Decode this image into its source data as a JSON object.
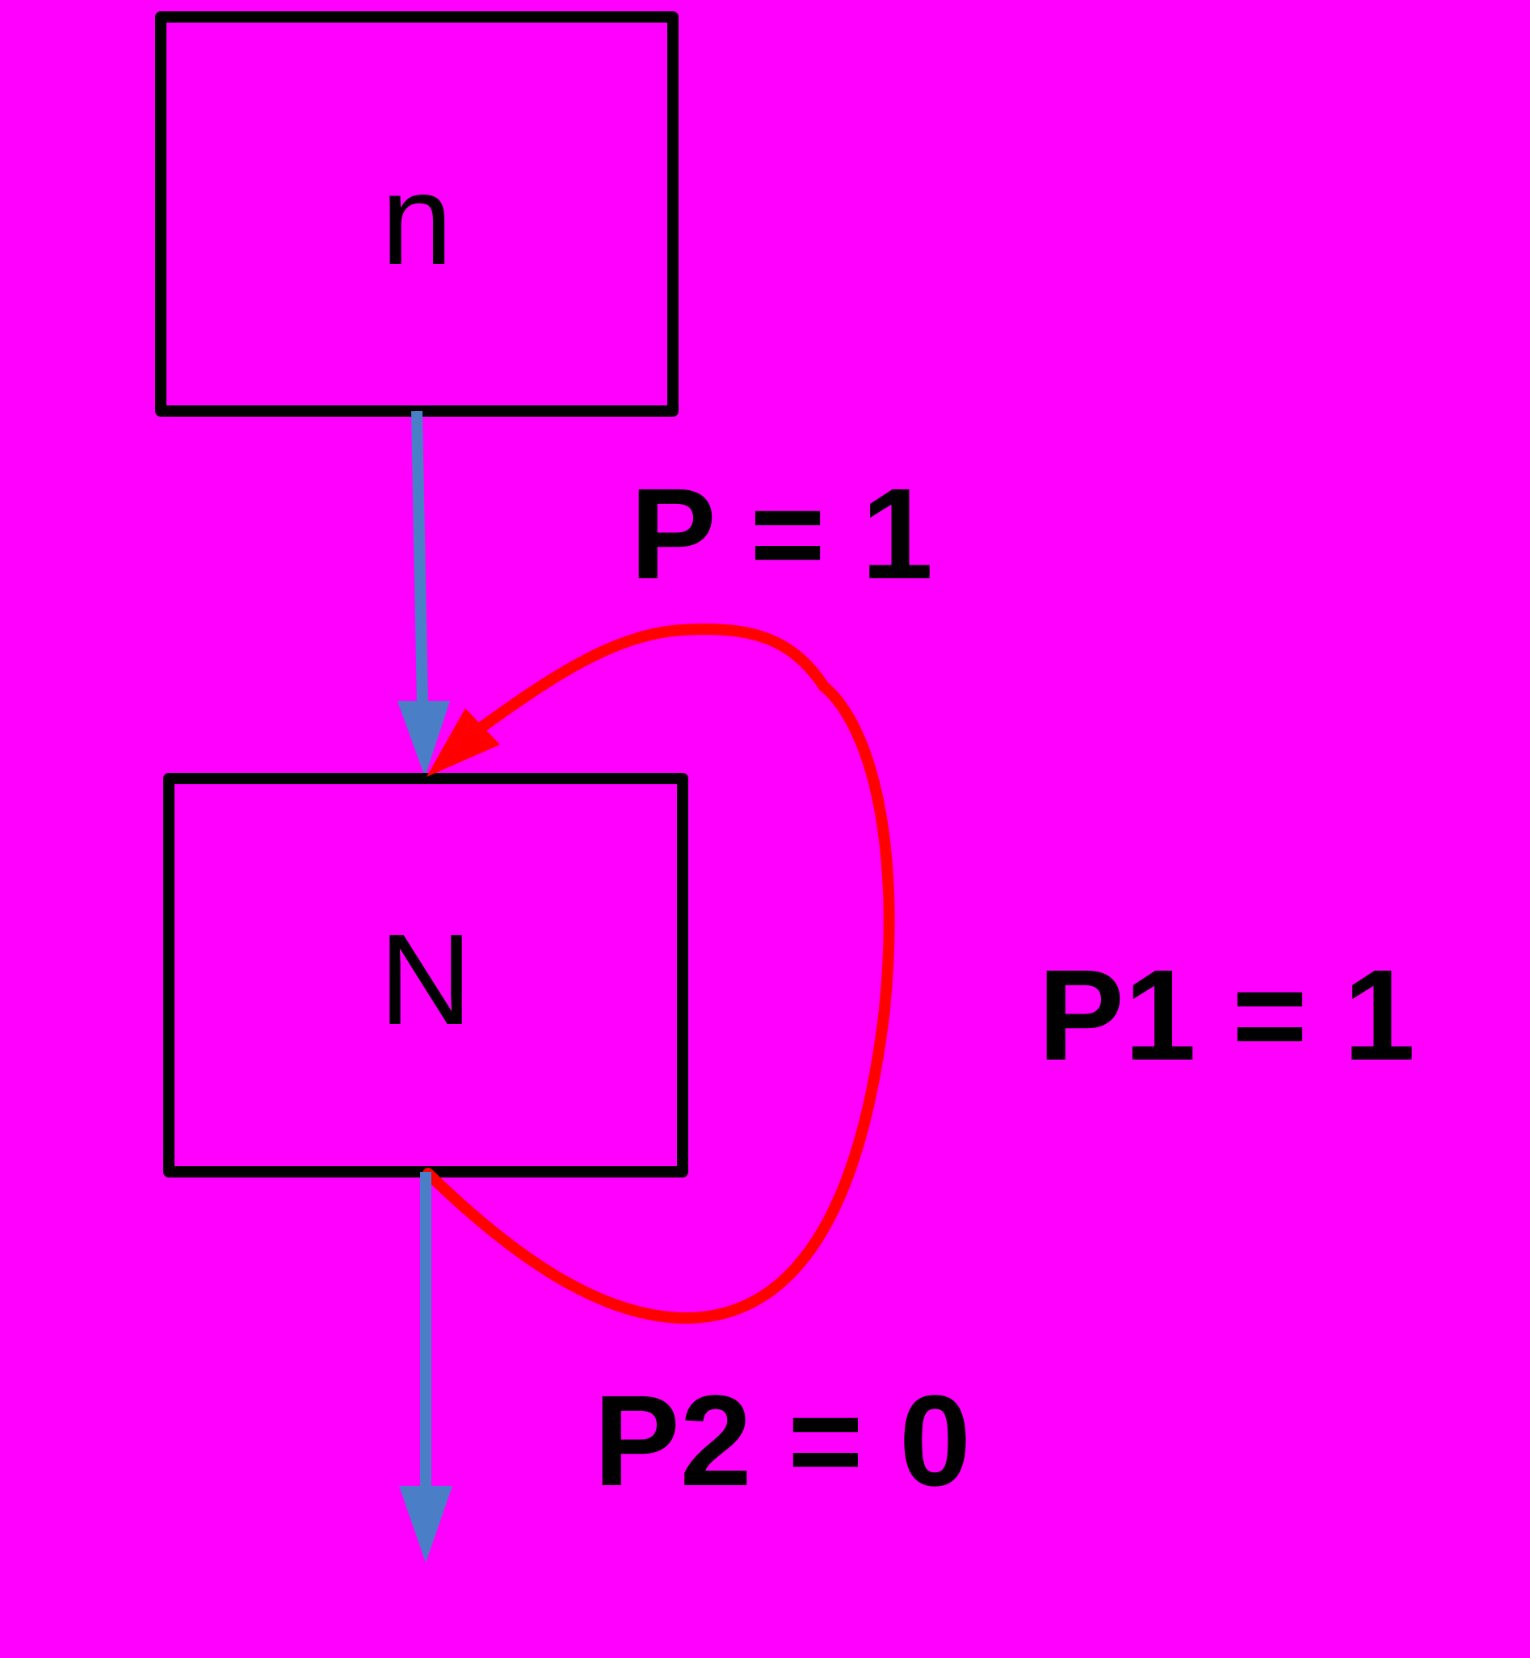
{
  "diagram": {
    "background_color": "#ff00ff",
    "nodes": [
      {
        "id": "n",
        "label": "n"
      },
      {
        "id": "N",
        "label": "N"
      }
    ],
    "edges": [
      {
        "from": "n",
        "to": "N",
        "label": "P = 1",
        "color": "#4a7ec6"
      },
      {
        "from": "N",
        "to": "N",
        "label": "P1 = 1",
        "color": "#ff0000"
      },
      {
        "from": "N",
        "to": "",
        "label": "P2 = 0",
        "color": "#4a7ec6"
      }
    ],
    "colors": {
      "node_border": "#000000",
      "text": "#000000"
    }
  }
}
